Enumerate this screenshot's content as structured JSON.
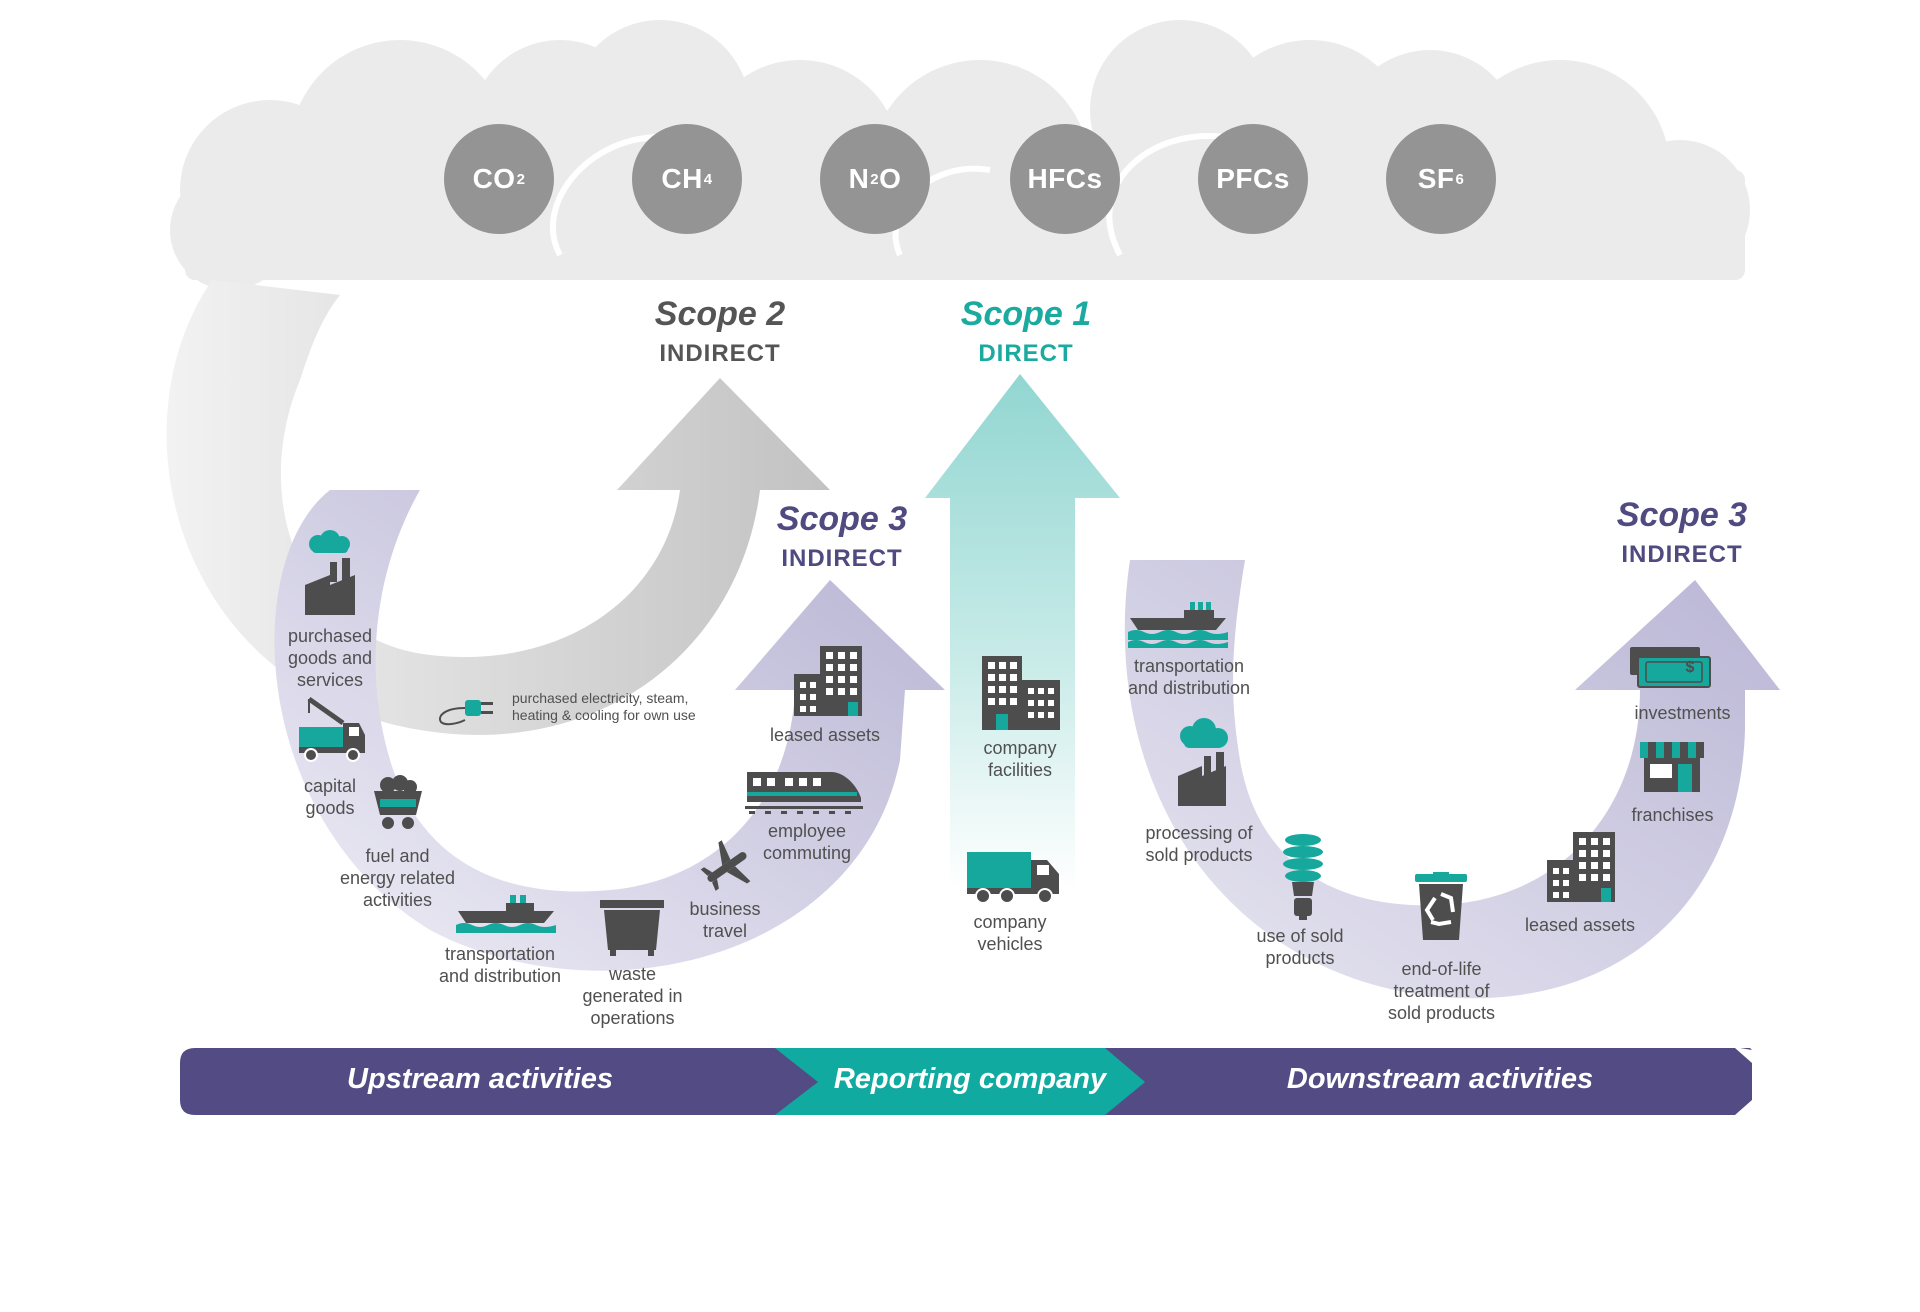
{
  "gases": [
    {
      "main": "CO",
      "sub": "2"
    },
    {
      "main": "CH",
      "sub": "4"
    },
    {
      "main": "N",
      "sub": "2",
      "tail": "O"
    },
    {
      "main": "HFCs",
      "sub": ""
    },
    {
      "main": "PFCs",
      "sub": ""
    },
    {
      "main": "SF",
      "sub": "6"
    }
  ],
  "scopes": {
    "scope2": {
      "title": "Scope 2",
      "subtitle": "INDIRECT"
    },
    "scope1": {
      "title": "Scope 1",
      "subtitle": "DIRECT"
    },
    "scope3_upstream": {
      "title": "Scope 3",
      "subtitle": "INDIRECT"
    },
    "scope3_downstream": {
      "title": "Scope 3",
      "subtitle": "INDIRECT"
    }
  },
  "labels": {
    "purchased_goods": "purchased\ngoods and\nservices",
    "purchased_electricity": "purchased electricity, steam,\nheating & cooling for own use",
    "capital_goods": "capital\ngoods",
    "fuel_energy": "fuel and\nenergy related\nactivities",
    "transport_up": "transportation\nand distribution",
    "waste": "waste\ngenerated in\noperations",
    "business_travel": "business\ntravel",
    "employee_commuting": "employee\ncommuting",
    "leased_assets_up": "leased assets",
    "company_facilities": "company\nfacilities",
    "company_vehicles": "company\nvehicles",
    "transport_down": "transportation\nand distribution",
    "processing": "processing of\nsold products",
    "use_sold": "use of sold\nproducts",
    "end_of_life": "end-of-life\ntreatment of\nsold products",
    "leased_assets_down": "leased assets",
    "franchises": "franchises",
    "investments": "investments",
    "money_symbol": "$"
  },
  "band": {
    "upstream": "Upstream activities",
    "reporting": "Reporting company",
    "downstream": "Downstream activities"
  },
  "colors": {
    "cloud": "#ebebeb",
    "gas_circle": "#949494",
    "scope1": "#1aaa9f",
    "scope2": "#555555",
    "scope3": "#4f4a80",
    "band_purple": "#534c84",
    "band_teal": "#10aaa0",
    "icon_dark": "#4d4d4d",
    "icon_teal": "#16a89c"
  }
}
